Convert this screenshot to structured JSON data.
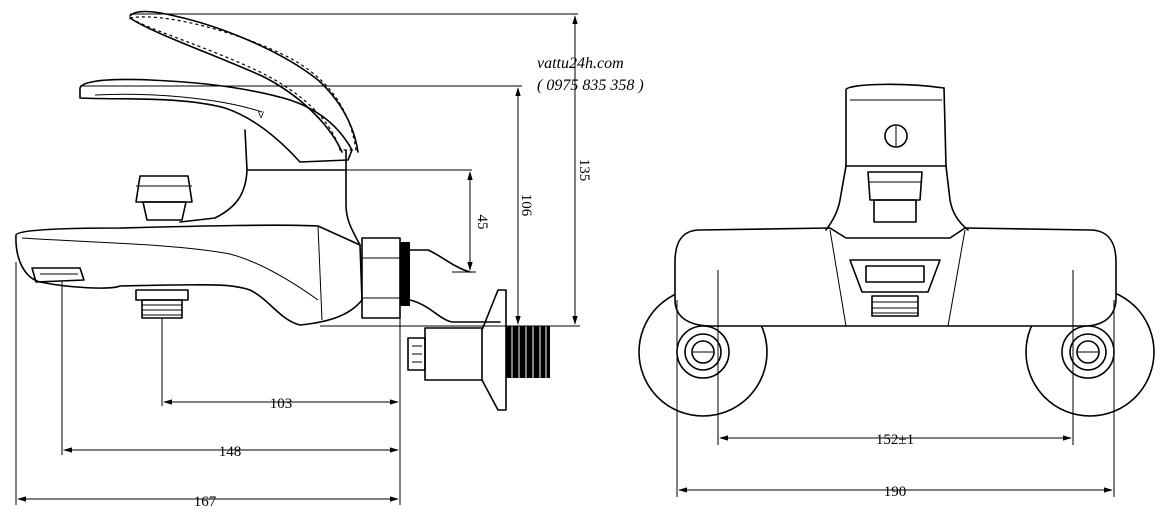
{
  "watermark": {
    "site": "vattu24h.com",
    "phone": "( 0975 835 358 )"
  },
  "dimensions": {
    "side_view": {
      "spout_to_inlet": "103",
      "spout_tip_to_inlet": "148",
      "overall_length": "167",
      "diverter_height": "45",
      "handle_height": "106",
      "lever_raised_height": "135"
    },
    "front_view": {
      "inlet_centers": "152±1",
      "overall_width": "190"
    }
  }
}
